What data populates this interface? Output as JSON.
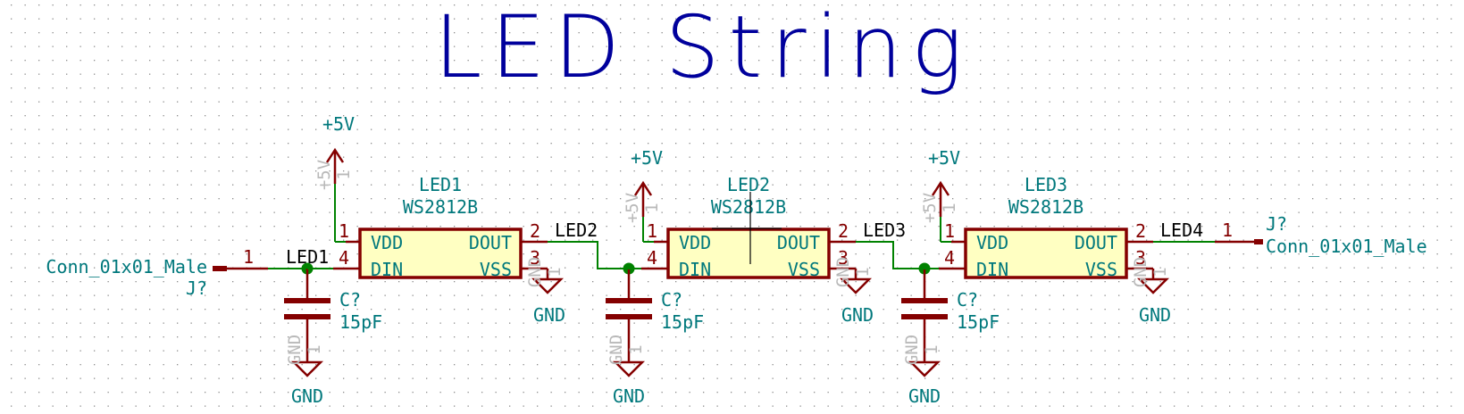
{
  "title": "LED String",
  "colors": {
    "wire": "#008200",
    "pin": "#840000",
    "body_fill": "#ffffc2",
    "label": "#00787c",
    "title": "#00009c",
    "net_label": "#000000",
    "hidden_text": "#b9b9b9"
  },
  "connectors": [
    {
      "ref": "J?",
      "value": "Conn_01x01_Male",
      "pin": "1"
    },
    {
      "ref": "J?",
      "value": "Conn_01x01_Male",
      "pin": "1"
    }
  ],
  "leds": [
    {
      "ref": "LED1",
      "value": "WS2812B",
      "pins": {
        "vdd": "VDD",
        "din": "DIN",
        "dout": "DOUT",
        "vss": "VSS",
        "n1": "1",
        "n2": "2",
        "n3": "3",
        "n4": "4"
      },
      "power": "+5V",
      "power_hidden": "+5V",
      "power_pin_hidden": "1"
    },
    {
      "ref": "LED2",
      "value": "WS2812B",
      "pins": {
        "vdd": "VDD",
        "din": "DIN",
        "dout": "DOUT",
        "vss": "VSS",
        "n1": "1",
        "n2": "2",
        "n3": "3",
        "n4": "4"
      },
      "power": "+5V",
      "power_hidden": "+5V",
      "power_pin_hidden": "1"
    },
    {
      "ref": "LED3",
      "value": "WS2812B",
      "pins": {
        "vdd": "VDD",
        "din": "DIN",
        "dout": "DOUT",
        "vss": "VSS",
        "n1": "1",
        "n2": "2",
        "n3": "3",
        "n4": "4"
      },
      "power": "+5V",
      "power_hidden": "+5V",
      "power_pin_hidden": "1"
    }
  ],
  "capacitors": [
    {
      "ref": "C?",
      "value": "15pF"
    },
    {
      "ref": "C?",
      "value": "15pF"
    },
    {
      "ref": "C?",
      "value": "15pF"
    }
  ],
  "grounds": {
    "label": "GND",
    "hidden": "GND",
    "hidden_pin": "1"
  },
  "nets": [
    "LED1",
    "LED2",
    "LED3",
    "LED4"
  ]
}
